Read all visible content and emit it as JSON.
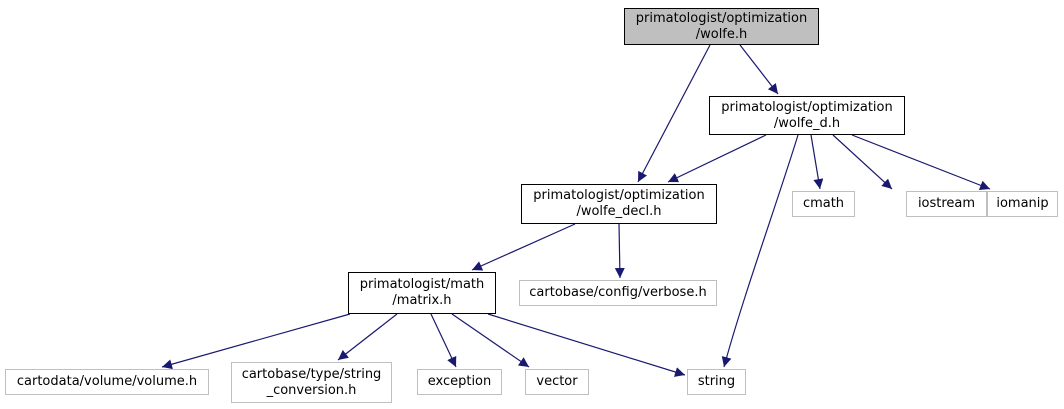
{
  "graph": {
    "colors": {
      "edge": "#191970",
      "root_fill": "#bfbfbf",
      "local_border": "#000000",
      "external_border": "#bfbfbf"
    },
    "nodes": {
      "wolfe_h": {
        "lines": [
          "primatologist/optimization",
          "/wolfe.h"
        ],
        "kind": "root"
      },
      "wolfe_d_h": {
        "lines": [
          "primatologist/optimization",
          "/wolfe_d.h"
        ],
        "kind": "local"
      },
      "wolfe_decl_h": {
        "lines": [
          "primatologist/optimization",
          "/wolfe_decl.h"
        ],
        "kind": "local"
      },
      "cmath": {
        "lines": [
          "cmath"
        ],
        "kind": "external"
      },
      "iostream": {
        "lines": [
          "iostream"
        ],
        "kind": "external"
      },
      "iomanip": {
        "lines": [
          "iomanip"
        ],
        "kind": "external"
      },
      "matrix_h": {
        "lines": [
          "primatologist/math",
          "/matrix.h"
        ],
        "kind": "local"
      },
      "verbose_h": {
        "lines": [
          "cartobase/config/verbose.h"
        ],
        "kind": "external"
      },
      "volume_h": {
        "lines": [
          "cartodata/volume/volume.h"
        ],
        "kind": "external"
      },
      "string_conversion_h": {
        "lines": [
          "cartobase/type/string",
          "_conversion.h"
        ],
        "kind": "external"
      },
      "exception": {
        "lines": [
          "exception"
        ],
        "kind": "external"
      },
      "vector": {
        "lines": [
          "vector"
        ],
        "kind": "external"
      },
      "string": {
        "lines": [
          "string"
        ],
        "kind": "external"
      }
    },
    "edges": [
      {
        "from": "wolfe_h",
        "to": "wolfe_d_h"
      },
      {
        "from": "wolfe_h",
        "to": "wolfe_decl_h"
      },
      {
        "from": "wolfe_d_h",
        "to": "wolfe_decl_h"
      },
      {
        "from": "wolfe_d_h",
        "to": "string"
      },
      {
        "from": "wolfe_d_h",
        "to": "cmath"
      },
      {
        "from": "wolfe_d_h",
        "to": "iostream"
      },
      {
        "from": "wolfe_d_h",
        "to": "iomanip"
      },
      {
        "from": "wolfe_decl_h",
        "to": "matrix_h"
      },
      {
        "from": "wolfe_decl_h",
        "to": "verbose_h"
      },
      {
        "from": "matrix_h",
        "to": "volume_h"
      },
      {
        "from": "matrix_h",
        "to": "string_conversion_h"
      },
      {
        "from": "matrix_h",
        "to": "exception"
      },
      {
        "from": "matrix_h",
        "to": "vector"
      },
      {
        "from": "matrix_h",
        "to": "string"
      }
    ]
  }
}
